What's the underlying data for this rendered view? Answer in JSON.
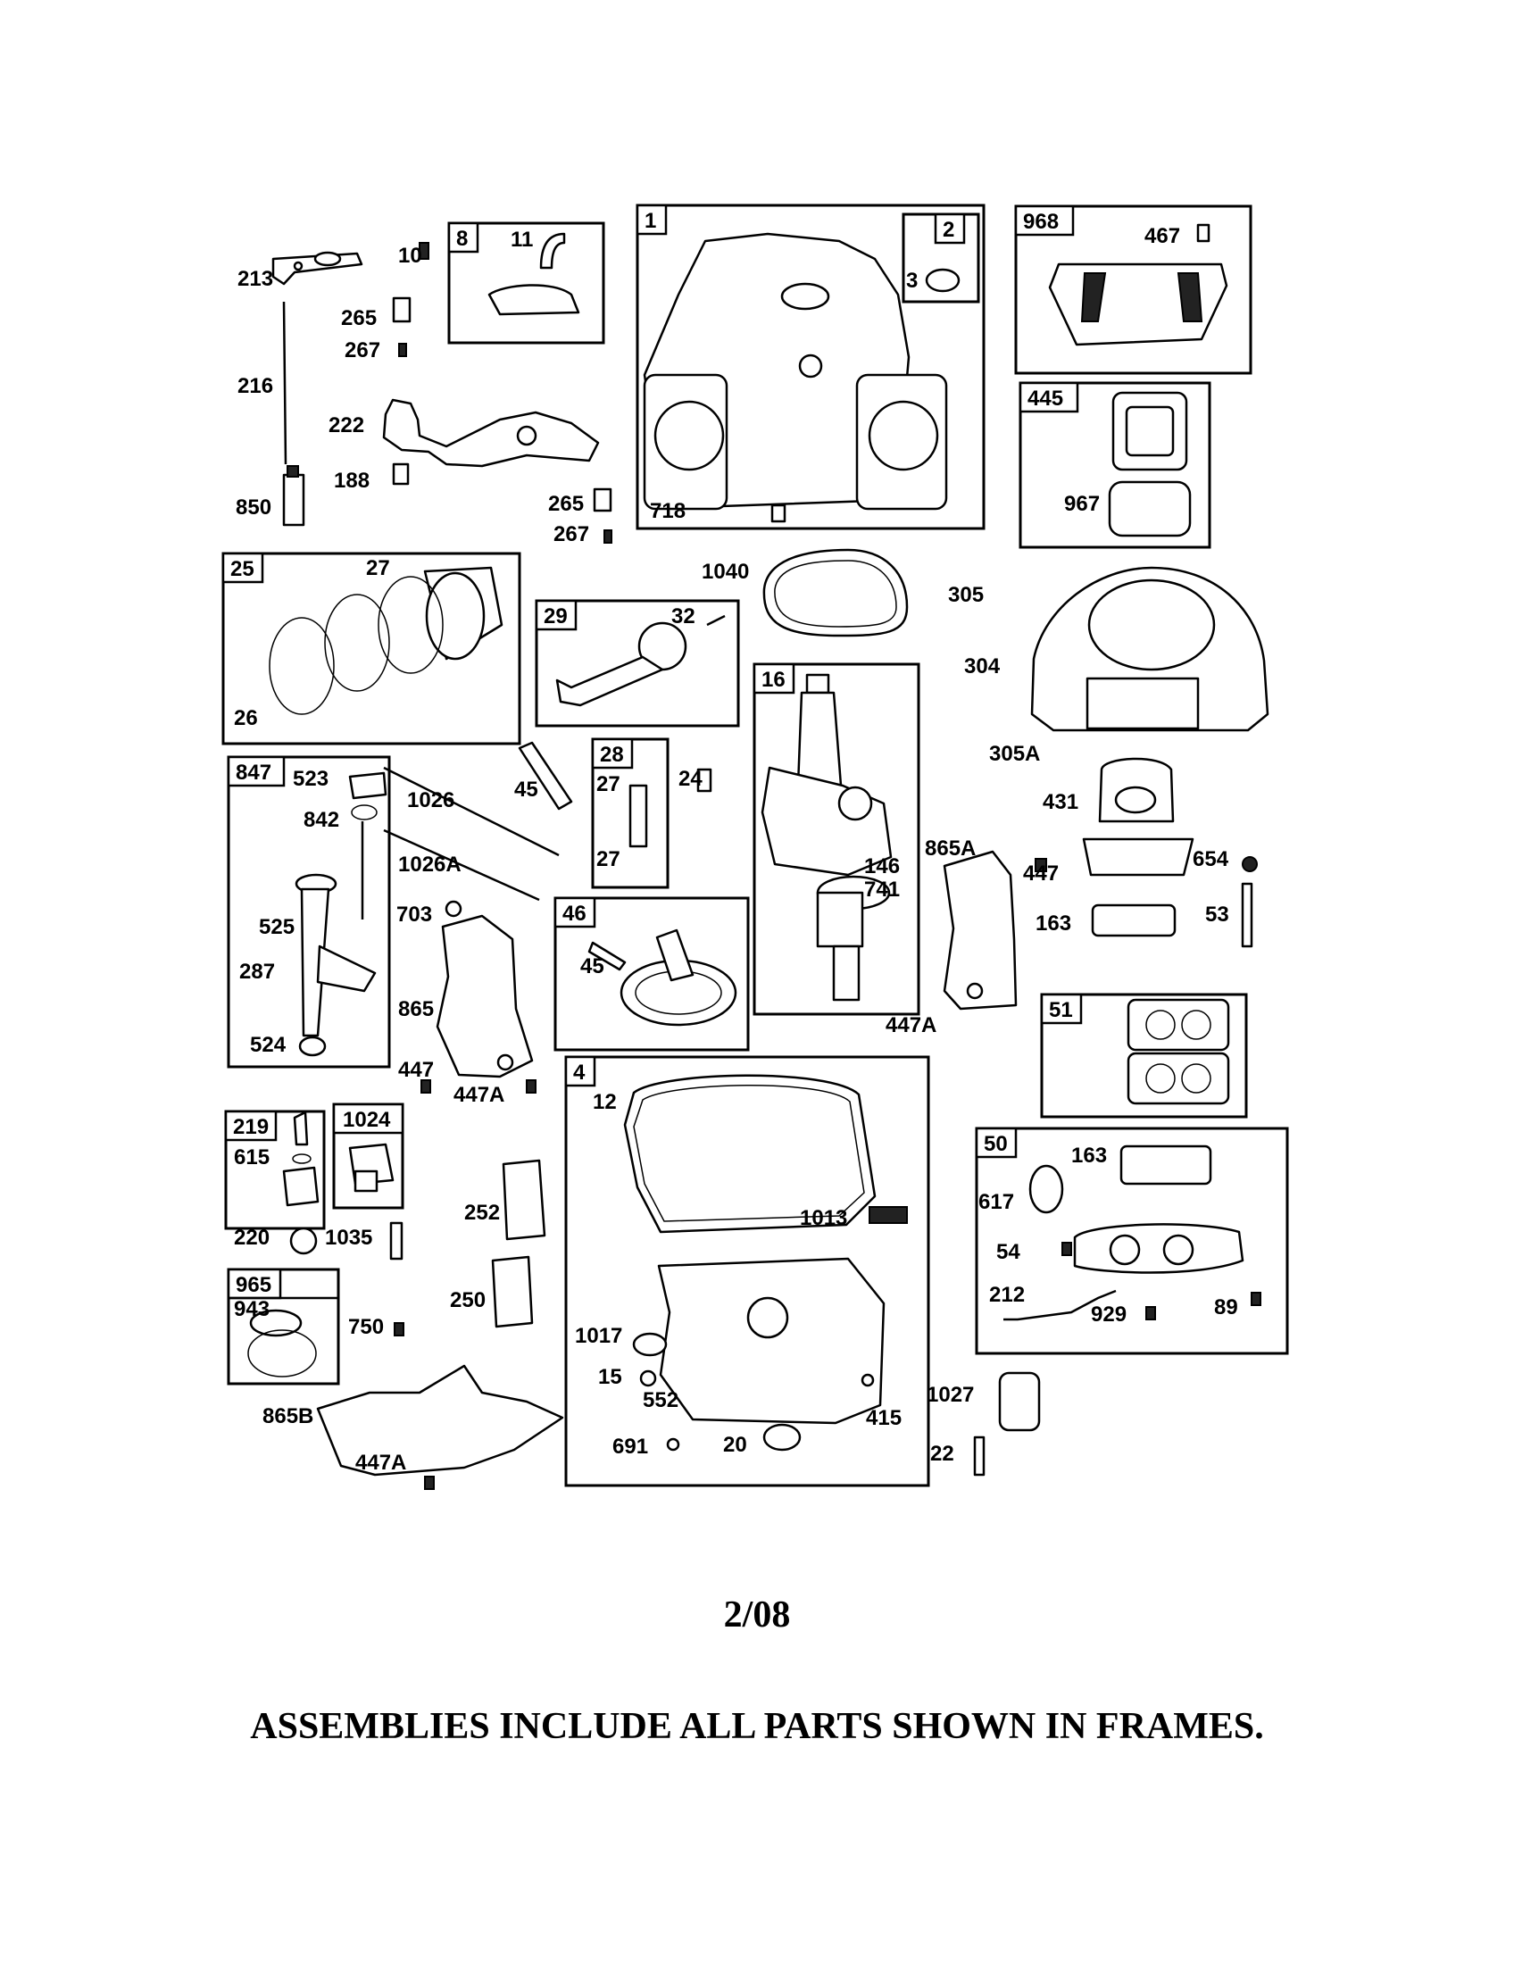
{
  "title": "",
  "frames": [
    {
      "tag": "1"
    },
    {
      "tag": "2"
    },
    {
      "tag": "8"
    },
    {
      "tag": "968"
    },
    {
      "tag": "445"
    },
    {
      "tag": "25"
    },
    {
      "tag": "29"
    },
    {
      "tag": "16"
    },
    {
      "tag": "847"
    },
    {
      "tag": "28"
    },
    {
      "tag": "46"
    },
    {
      "tag": "51"
    },
    {
      "tag": "4"
    },
    {
      "tag": "50"
    },
    {
      "tag": "219"
    },
    {
      "tag": "1024"
    },
    {
      "tag": "965"
    }
  ],
  "callouts": [
    "213",
    "10",
    "216",
    "850",
    "265",
    "267",
    "222",
    "188",
    "265",
    "267",
    "11",
    "3",
    "718",
    "467",
    "967",
    "27",
    "26",
    "1040",
    "32",
    "305",
    "304",
    "305A",
    "523",
    "842",
    "525",
    "287",
    "524",
    "1026",
    "1026A",
    "45",
    "27",
    "27",
    "24",
    "703",
    "45",
    "146",
    "741",
    "865A",
    "447",
    "431",
    "654",
    "163",
    "53",
    "447A",
    "865",
    "447",
    "447A",
    "12",
    "1013",
    "163",
    "617",
    "54",
    "212",
    "929",
    "89",
    "615",
    "220",
    "1035",
    "252",
    "250",
    "943",
    "750",
    "1017",
    "15",
    "552",
    "691",
    "20",
    "415",
    "1027",
    "22",
    "865B",
    "447A"
  ],
  "footer": {
    "revision": "2/08",
    "note": "ASSEMBLIES INCLUDE ALL PARTS SHOWN IN FRAMES."
  }
}
